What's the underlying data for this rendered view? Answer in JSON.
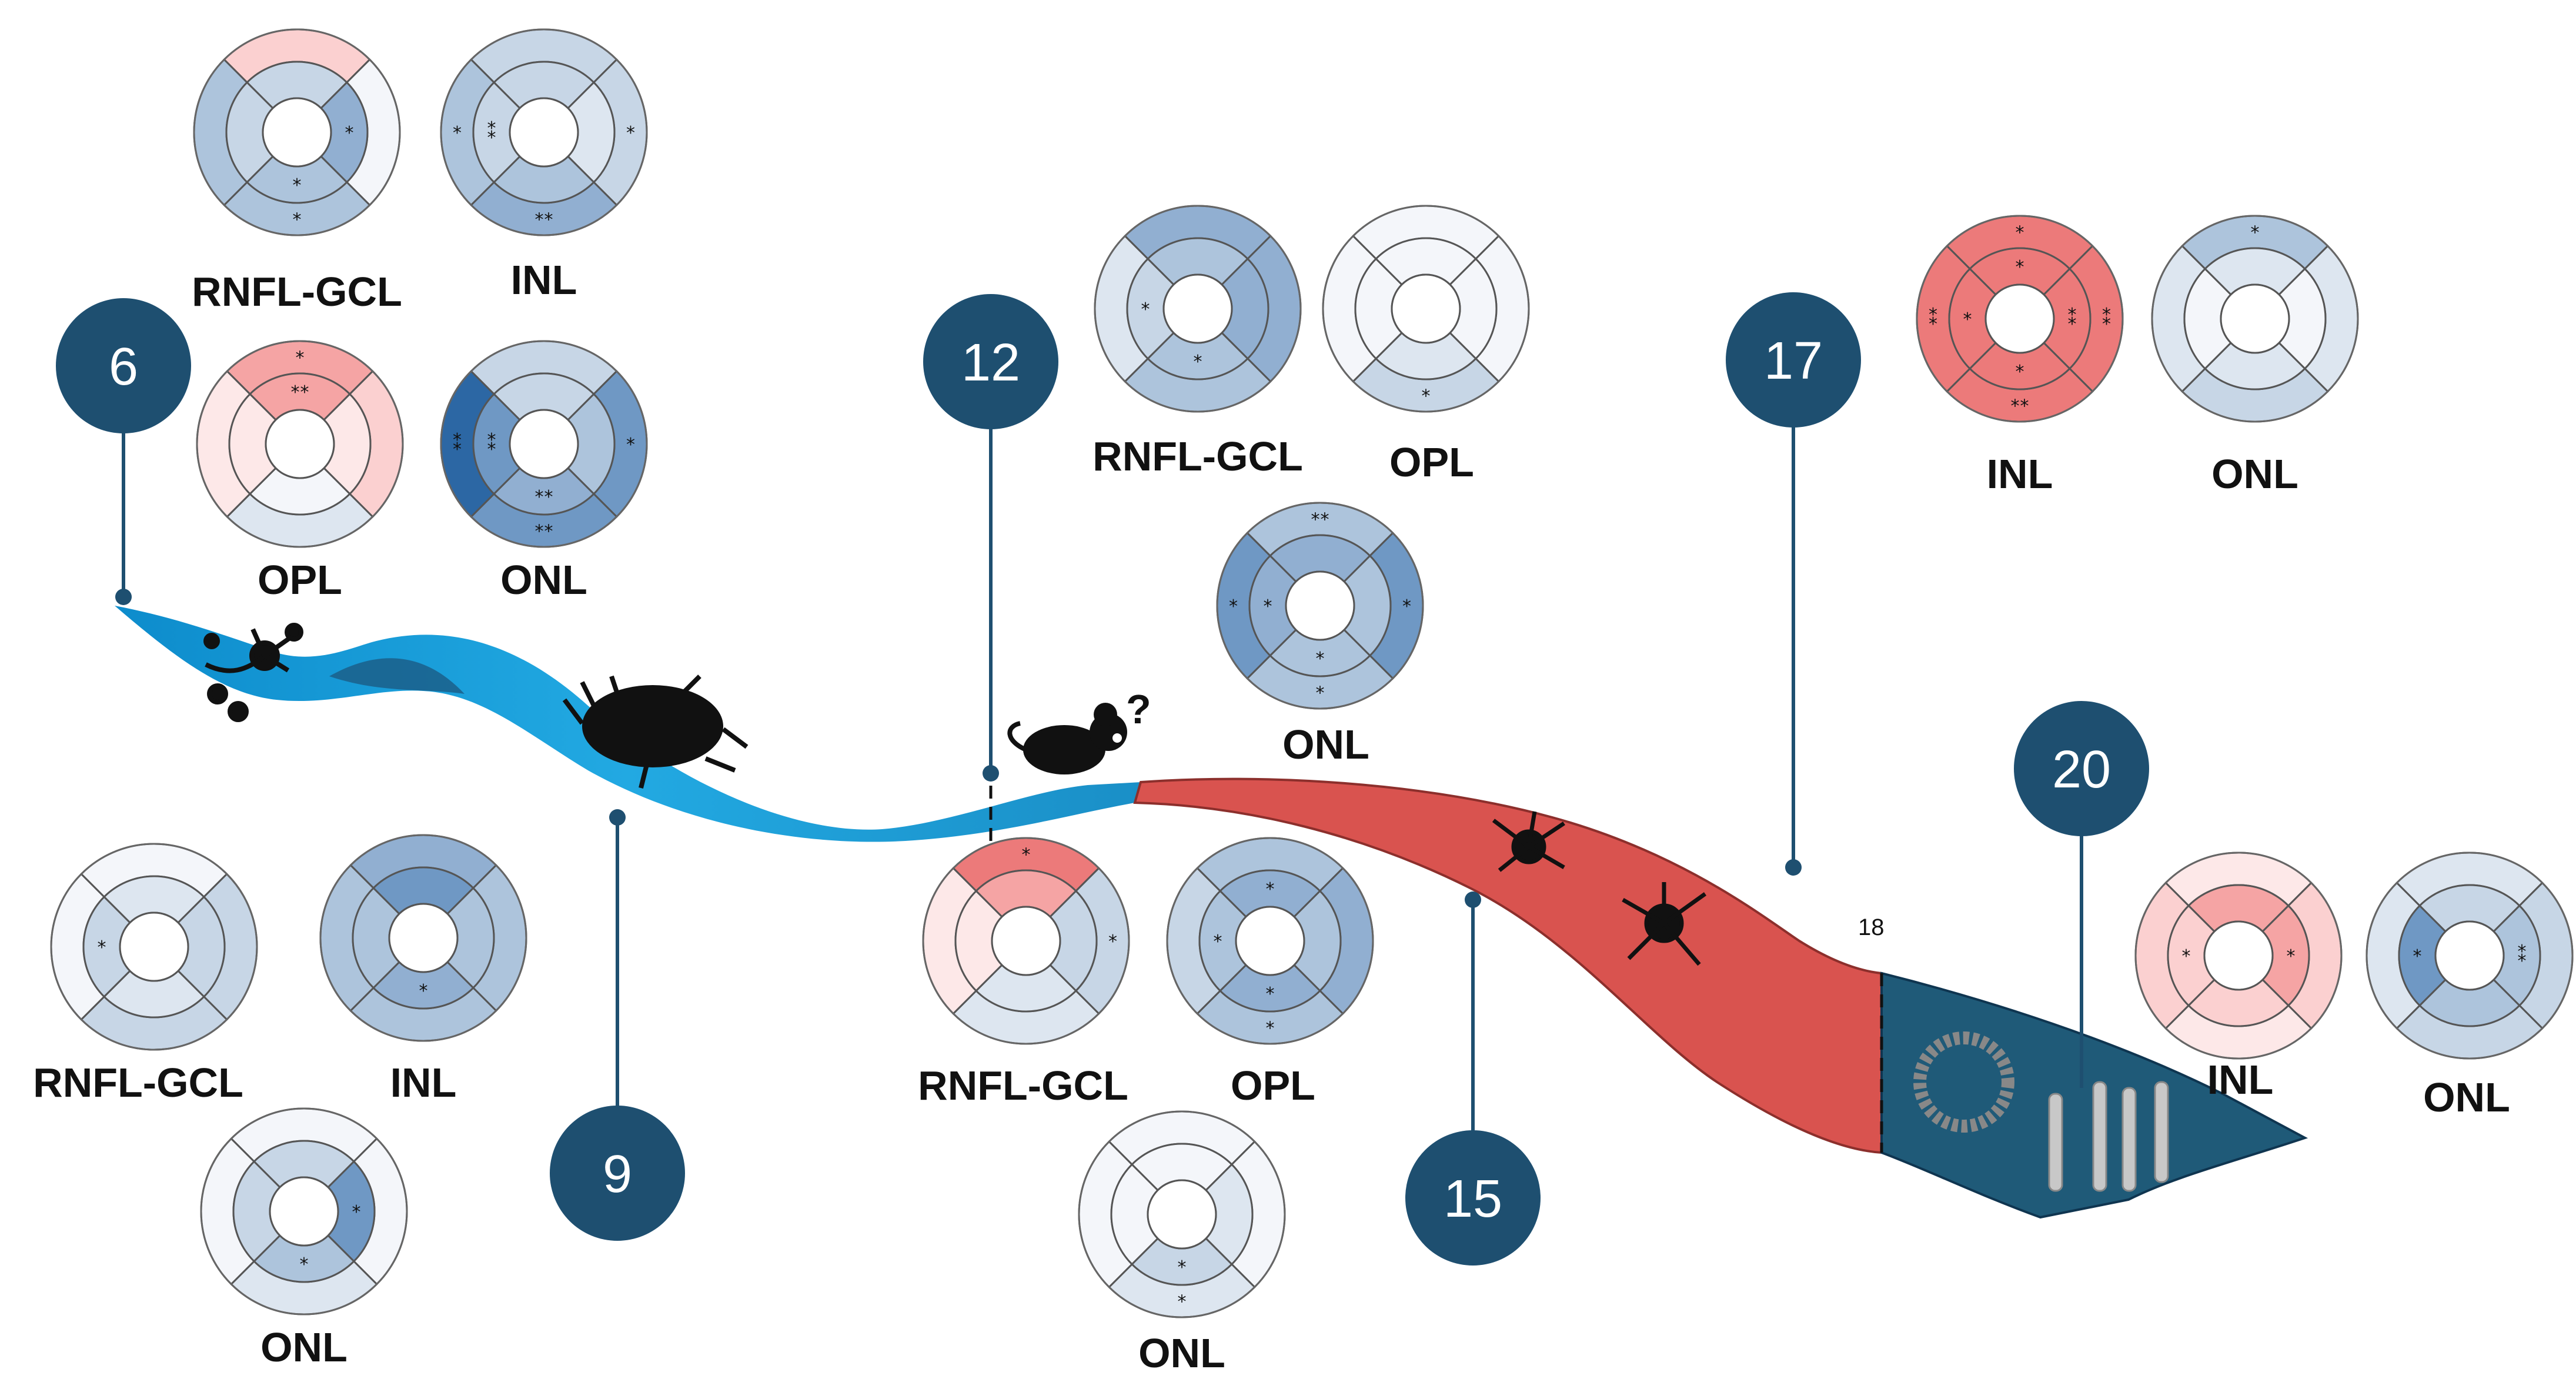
{
  "palette": {
    "W": "#f4f6fa",
    "L1": "#dde6f0",
    "L2": "#c7d6e6",
    "L3": "#adc4dc",
    "M1": "#91afd1",
    "M2": "#6f98c4",
    "D1": "#2c67a4",
    "P1": "#fde8e8",
    "P2": "#fbd0d0",
    "P3": "#f5a4a4",
    "R1": "#ec7a7a",
    "ribbon_blue": "#29a8e0",
    "ribbon_red": "#d9534f",
    "ribbon_dark": "#1f5a78",
    "badge": "#1e4f70"
  },
  "timepoints": [
    {
      "label": "6"
    },
    {
      "label": "9"
    },
    {
      "label": "12"
    },
    {
      "label": "15"
    },
    {
      "label": "17"
    },
    {
      "label": "20"
    }
  ],
  "ribbon_marker": "18",
  "question_mark": "?",
  "diagrams": [
    {
      "group": "6",
      "layer": "RNFL-GCL",
      "outer": [
        "P2",
        "W",
        "L3",
        "L3"
      ],
      "inner": [
        "L2",
        "M1",
        "L3",
        "L2"
      ],
      "stars": [
        {
          "pos": "inner-e",
          "n": 1
        },
        {
          "pos": "inner-s",
          "n": 1
        },
        {
          "pos": "outer-s",
          "n": 1
        }
      ]
    },
    {
      "group": "6",
      "layer": "INL",
      "outer": [
        "L2",
        "L2",
        "M1",
        "L3"
      ],
      "inner": [
        "L2",
        "L1",
        "L3",
        "L2"
      ],
      "stars": [
        {
          "pos": "outer-w",
          "n": 1
        },
        {
          "pos": "inner-w",
          "n": 2
        },
        {
          "pos": "outer-e",
          "n": 1
        },
        {
          "pos": "outer-s",
          "n": 2
        }
      ]
    },
    {
      "group": "6",
      "layer": "OPL",
      "outer": [
        "P3",
        "P2",
        "L1",
        "P1"
      ],
      "inner": [
        "P3",
        "P1",
        "W",
        "P1"
      ],
      "stars": [
        {
          "pos": "outer-n",
          "n": 1
        },
        {
          "pos": "inner-n",
          "n": 2
        }
      ]
    },
    {
      "group": "6",
      "layer": "ONL",
      "outer": [
        "L2",
        "M2",
        "M2",
        "D1"
      ],
      "inner": [
        "L2",
        "L3",
        "M1",
        "M2"
      ],
      "stars": [
        {
          "pos": "outer-w",
          "n": 2
        },
        {
          "pos": "inner-w",
          "n": 2
        },
        {
          "pos": "outer-e",
          "n": 1
        },
        {
          "pos": "inner-s",
          "n": 2
        },
        {
          "pos": "outer-s",
          "n": 2
        }
      ]
    },
    {
      "group": "9",
      "layer": "RNFL-GCL",
      "outer": [
        "W",
        "L2",
        "L2",
        "W"
      ],
      "inner": [
        "L1",
        "L2",
        "L1",
        "L2"
      ],
      "stars": [
        {
          "pos": "inner-w",
          "n": 1
        }
      ]
    },
    {
      "group": "9",
      "layer": "INL",
      "outer": [
        "M1",
        "L3",
        "L3",
        "L3"
      ],
      "inner": [
        "M2",
        "L3",
        "M1",
        "L3"
      ],
      "stars": [
        {
          "pos": "inner-s",
          "n": 1
        }
      ]
    },
    {
      "group": "9",
      "layer": "ONL",
      "outer": [
        "W",
        "W",
        "L1",
        "W"
      ],
      "inner": [
        "L2",
        "M2",
        "L3",
        "L2"
      ],
      "stars": [
        {
          "pos": "inner-e",
          "n": 1
        },
        {
          "pos": "inner-s",
          "n": 1
        }
      ]
    },
    {
      "group": "12",
      "layer": "RNFL-GCL",
      "outer": [
        "M1",
        "M1",
        "L3",
        "L1"
      ],
      "inner": [
        "L3",
        "M1",
        "L3",
        "L2"
      ],
      "stars": [
        {
          "pos": "inner-w",
          "n": 1
        },
        {
          "pos": "inner-s",
          "n": 1
        }
      ]
    },
    {
      "group": "12",
      "layer": "OPL",
      "outer": [
        "W",
        "W",
        "L2",
        "W"
      ],
      "inner": [
        "W",
        "W",
        "L1",
        "W"
      ],
      "stars": [
        {
          "pos": "outer-s",
          "n": 1
        }
      ]
    },
    {
      "group": "12",
      "layer": "ONL",
      "outer": [
        "L3",
        "M2",
        "L3",
        "M2"
      ],
      "inner": [
        "M1",
        "L3",
        "L3",
        "M1"
      ],
      "stars": [
        {
          "pos": "outer-n",
          "n": 2
        },
        {
          "pos": "outer-w",
          "n": 1
        },
        {
          "pos": "inner-w",
          "n": 1
        },
        {
          "pos": "outer-e",
          "n": 1
        },
        {
          "pos": "inner-s",
          "n": 1
        },
        {
          "pos": "outer-s",
          "n": 1
        }
      ]
    },
    {
      "group": "15",
      "layer": "RNFL-GCL",
      "outer": [
        "R1",
        "L2",
        "L1",
        "P1"
      ],
      "inner": [
        "P3",
        "L2",
        "L1",
        "P1"
      ],
      "stars": [
        {
          "pos": "outer-n",
          "n": 1
        },
        {
          "pos": "outer-e",
          "n": 1
        }
      ]
    },
    {
      "group": "15",
      "layer": "OPL",
      "outer": [
        "L3",
        "M1",
        "L3",
        "L2"
      ],
      "inner": [
        "M1",
        "L3",
        "M1",
        "L3"
      ],
      "stars": [
        {
          "pos": "inner-n",
          "n": 1
        },
        {
          "pos": "inner-w",
          "n": 1
        },
        {
          "pos": "inner-s",
          "n": 1
        },
        {
          "pos": "outer-s",
          "n": 1
        }
      ]
    },
    {
      "group": "15",
      "layer": "ONL",
      "outer": [
        "W",
        "W",
        "L1",
        "W"
      ],
      "inner": [
        "W",
        "L1",
        "L2",
        "W"
      ],
      "stars": [
        {
          "pos": "inner-s",
          "n": 1
        },
        {
          "pos": "outer-s",
          "n": 1
        }
      ]
    },
    {
      "group": "17",
      "layer": "INL",
      "outer": [
        "R1",
        "R1",
        "R1",
        "R1"
      ],
      "inner": [
        "R1",
        "R1",
        "R1",
        "R1"
      ],
      "stars": [
        {
          "pos": "outer-n",
          "n": 1
        },
        {
          "pos": "inner-n",
          "n": 1
        },
        {
          "pos": "outer-w",
          "n": 2
        },
        {
          "pos": "inner-w",
          "n": 1
        },
        {
          "pos": "inner-e",
          "n": 2
        },
        {
          "pos": "outer-e",
          "n": 2
        },
        {
          "pos": "inner-s",
          "n": 1
        },
        {
          "pos": "outer-s",
          "n": 2
        }
      ]
    },
    {
      "group": "17",
      "layer": "ONL",
      "outer": [
        "L3",
        "L1",
        "L2",
        "L1"
      ],
      "inner": [
        "L1",
        "W",
        "L1",
        "W"
      ],
      "stars": [
        {
          "pos": "outer-n",
          "n": 1
        }
      ]
    },
    {
      "group": "20",
      "layer": "INL",
      "outer": [
        "P1",
        "P2",
        "P1",
        "P2"
      ],
      "inner": [
        "P3",
        "P3",
        "P2",
        "P2"
      ],
      "stars": [
        {
          "pos": "inner-w",
          "n": 1
        },
        {
          "pos": "inner-e",
          "n": 1
        }
      ]
    },
    {
      "group": "20",
      "layer": "ONL",
      "outer": [
        "L1",
        "L2",
        "L2",
        "L1"
      ],
      "inner": [
        "L2",
        "L3",
        "L3",
        "M2"
      ],
      "stars": [
        {
          "pos": "inner-w",
          "n": 1
        },
        {
          "pos": "inner-e",
          "n": 2
        }
      ]
    }
  ]
}
